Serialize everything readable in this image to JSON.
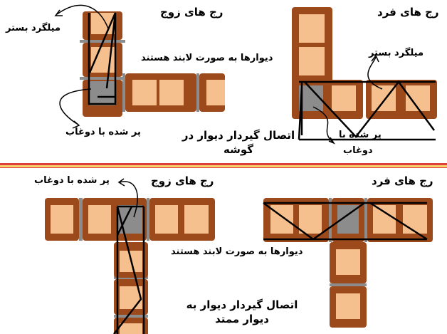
{
  "top": {
    "even_label": "رج های زوج",
    "odd_label": "رج های فرد",
    "rebar_left": "میلگرد بستر",
    "rebar_right": "میلگرد بستر",
    "unbonded": "دیوارها به صورت لابند هستند",
    "filled_left": "پر شده با دوغاب",
    "filled_right_1": "پر شده با",
    "filled_right_2": "دوغاب",
    "title_1": "اتصال گیردار دیوار در",
    "title_2": "گوشه"
  },
  "bottom": {
    "even_label": "رج های زوج",
    "odd_label": "رج های فرد",
    "filled": "پر شده با دوغاب",
    "unbonded": "دیوارها به صورت لابند هستند",
    "title_1": "اتصال گیردار دیوار به",
    "title_2": "دیوار ممتد"
  },
  "colors": {
    "brick": "#9c4a1c",
    "cell": "#f6c08e",
    "grout": "#8c8c8c",
    "divider_red": "#e0403a",
    "divider_yellow": "#f5d36a"
  }
}
